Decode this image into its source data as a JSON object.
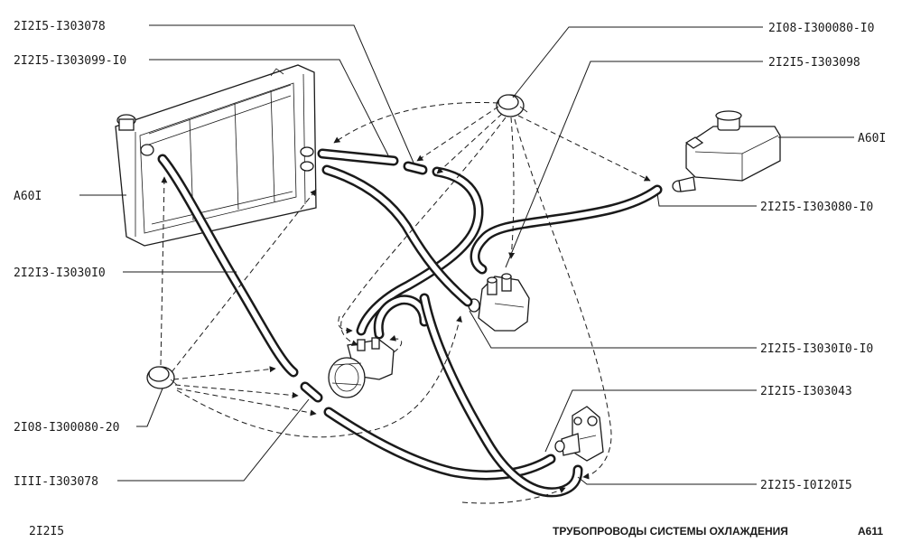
{
  "labels": {
    "tl1": "2I2I5-I303078",
    "tl2": "2I2I5-I303099-I0",
    "l_radiator": "A60I",
    "l_hose_long": "2I2I3-I3030I0",
    "l_clamp_small": "2I08-I300080-20",
    "l_tee": "IIII-I303078",
    "tr1": "2I08-I300080-I0",
    "tr2": "2I2I5-I303098",
    "r_tank": "A60I",
    "r_tank_hose": "2I2I5-I303080-I0",
    "r_thermo_hose": "2I2I5-I3030I0-I0",
    "r_pump_hose": "2I2I5-I303043",
    "r_pump_outlet": "2I2I5-I0I20I5"
  },
  "footer": {
    "model": "2I2I5",
    "title": "ТРУБОПРОВОДЫ СИСТЕМЫ ОХЛАЖДЕНИЯ",
    "sheet": "A611"
  }
}
